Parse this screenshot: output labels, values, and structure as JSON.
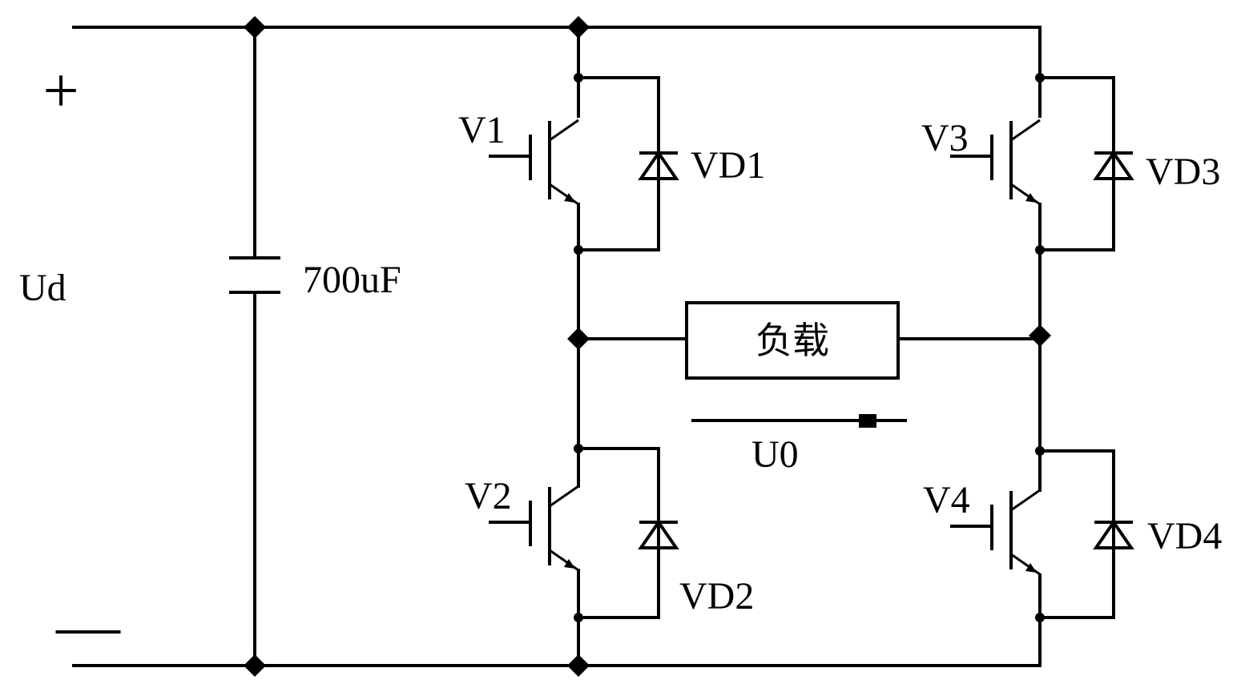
{
  "source": {
    "plus_sign": "+",
    "minus_sign": "—",
    "voltage_label": "Ud"
  },
  "capacitor": {
    "label": "700uF"
  },
  "switches": {
    "v1": {
      "label": "V1",
      "diode": "VD1"
    },
    "v2": {
      "label": "V2",
      "diode": "VD2"
    },
    "v3": {
      "label": "V3",
      "diode": "VD3"
    },
    "v4": {
      "label": "V4",
      "diode": "VD4"
    }
  },
  "load": {
    "label": "负载"
  },
  "output": {
    "voltage_label": "U0"
  }
}
